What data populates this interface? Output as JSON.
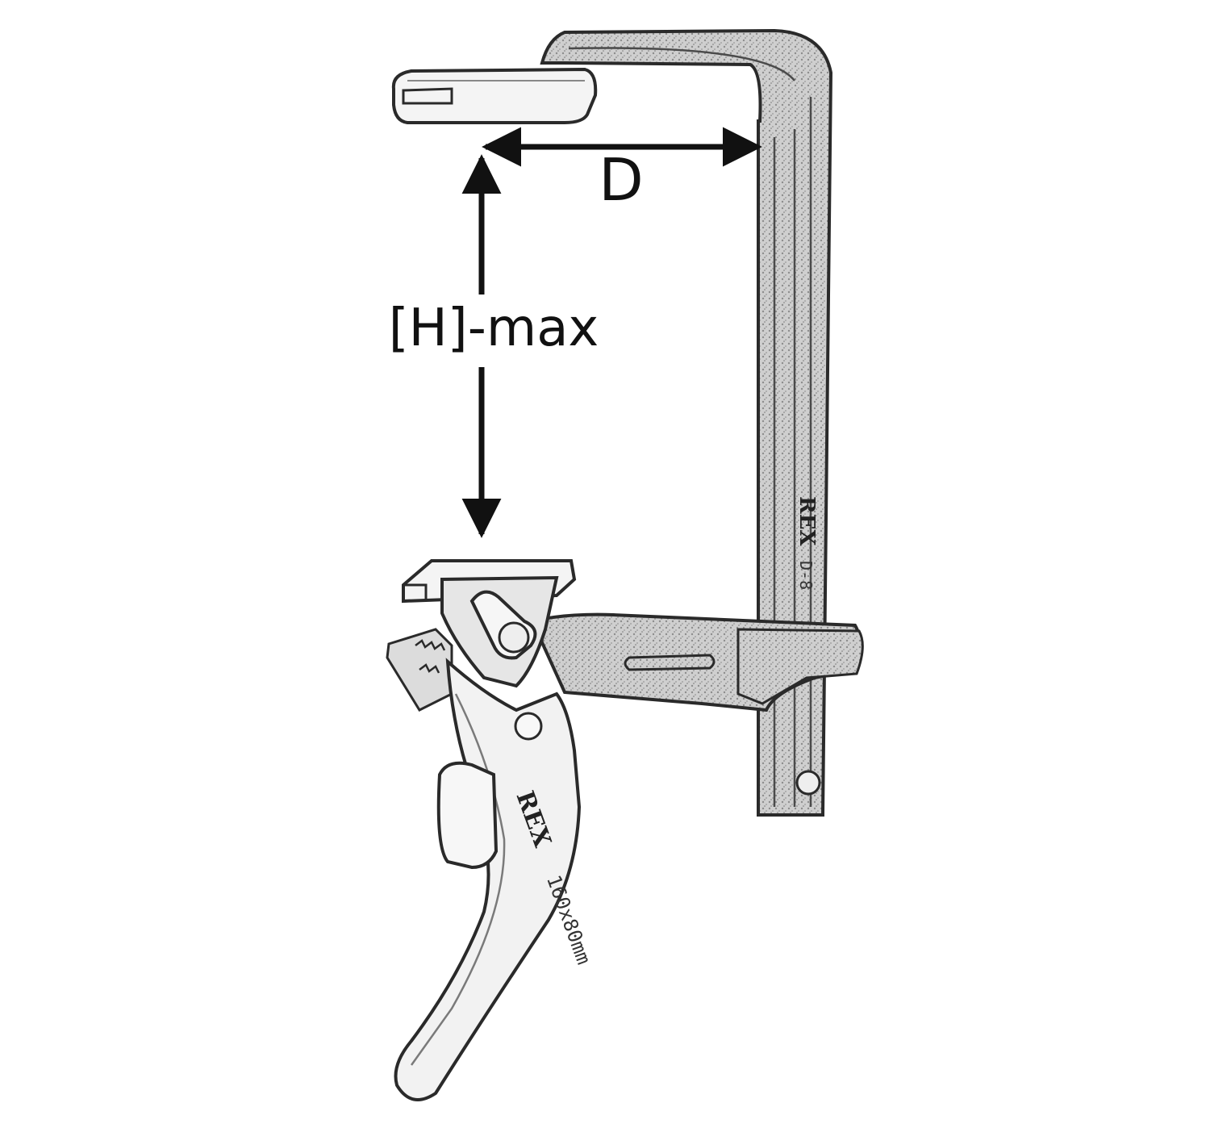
{
  "labels": {
    "depth": "D",
    "height_max": "[H]-max"
  },
  "markings": {
    "bar_brand": "REX",
    "bar_code": "D-8",
    "handle_brand": "REX",
    "handle_size": "160x80mm"
  },
  "colors": {
    "ink": "#111111",
    "line": "#2a2a2a",
    "fill_light": "#f4f4f4",
    "fill_mid": "#d9d9d9",
    "fill_dark": "#9a9a9a"
  }
}
